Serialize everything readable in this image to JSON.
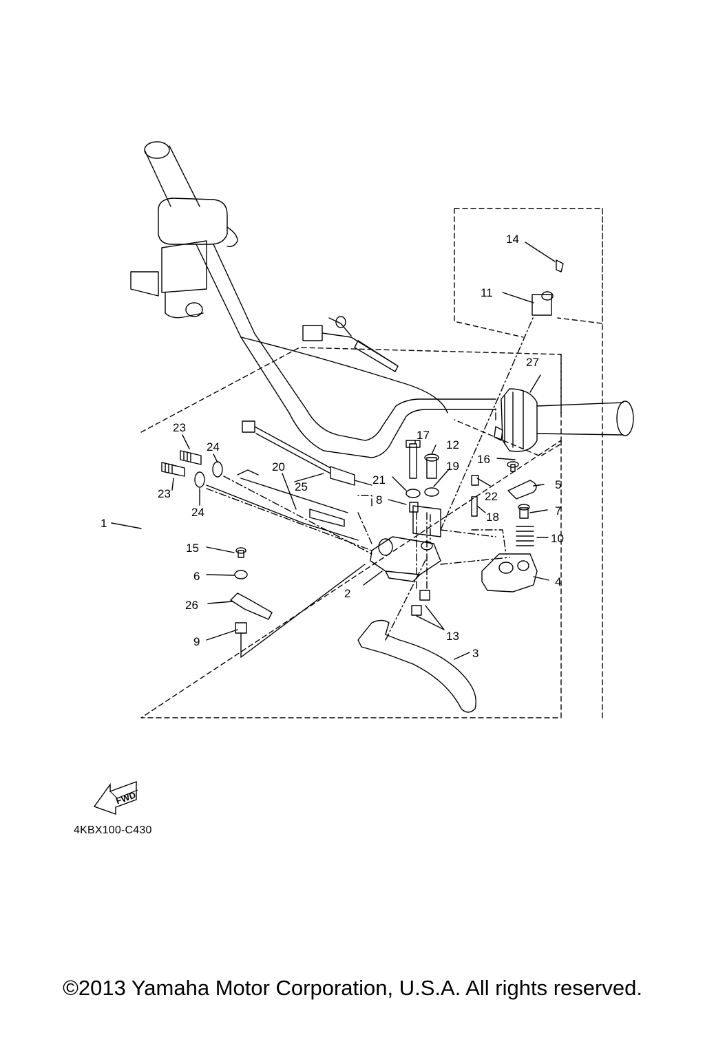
{
  "diagram": {
    "callouts": [
      {
        "id": "1",
        "label": "1"
      },
      {
        "id": "2",
        "label": "2"
      },
      {
        "id": "3",
        "label": "3"
      },
      {
        "id": "4",
        "label": "4"
      },
      {
        "id": "5",
        "label": "5"
      },
      {
        "id": "6",
        "label": "6"
      },
      {
        "id": "7",
        "label": "7"
      },
      {
        "id": "8",
        "label": "8"
      },
      {
        "id": "9",
        "label": "9"
      },
      {
        "id": "10",
        "label": "10"
      },
      {
        "id": "11",
        "label": "11"
      },
      {
        "id": "12",
        "label": "12"
      },
      {
        "id": "13",
        "label": "13"
      },
      {
        "id": "14",
        "label": "14"
      },
      {
        "id": "15",
        "label": "15"
      },
      {
        "id": "16",
        "label": "16"
      },
      {
        "id": "17",
        "label": "17"
      },
      {
        "id": "18",
        "label": "18"
      },
      {
        "id": "19",
        "label": "19"
      },
      {
        "id": "20",
        "label": "20"
      },
      {
        "id": "21",
        "label": "21"
      },
      {
        "id": "22",
        "label": "22"
      },
      {
        "id": "23a",
        "label": "23"
      },
      {
        "id": "23b",
        "label": "23"
      },
      {
        "id": "24a",
        "label": "24"
      },
      {
        "id": "24b",
        "label": "24"
      },
      {
        "id": "25",
        "label": "25"
      },
      {
        "id": "26",
        "label": "26"
      },
      {
        "id": "27",
        "label": "27"
      }
    ],
    "fwd_label": "FWD",
    "drawing_code": "4KBX100-C430",
    "copyright": "©2013 Yamaha Motor Corporation, U.S.A. All rights reserved."
  }
}
